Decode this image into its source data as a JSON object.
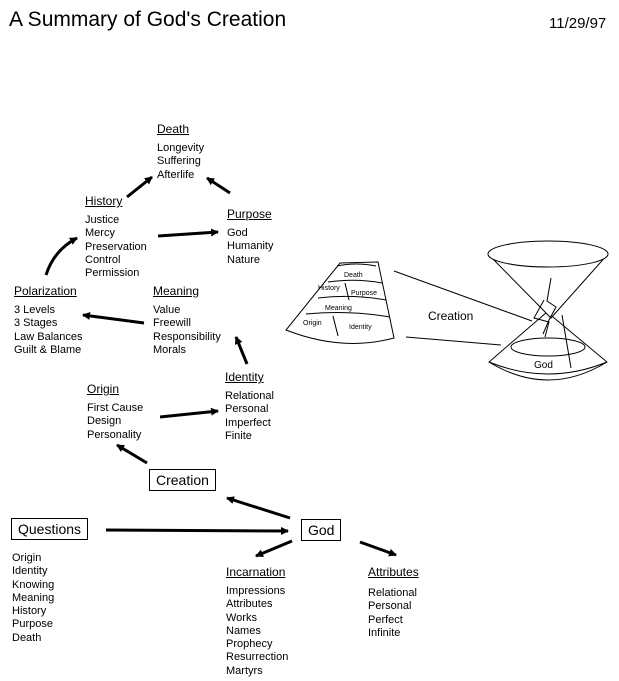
{
  "header": {
    "title": "A Summary of God's Creation",
    "date": "11/29/97"
  },
  "death": {
    "heading": "Death",
    "items": [
      "Longevity",
      "Suffering",
      "Afterlife"
    ]
  },
  "history": {
    "heading": "History",
    "items": [
      "Justice",
      "Mercy",
      "Preservation",
      "Control",
      "Permission"
    ]
  },
  "purpose": {
    "heading": "Purpose",
    "items": [
      "God",
      "Humanity",
      "Nature"
    ]
  },
  "polarization": {
    "heading": "Polarization",
    "items": [
      "3 Levels",
      "3 Stages",
      "Law Balances",
      "Guilt & Blame"
    ]
  },
  "meaning": {
    "heading": "Meaning",
    "items": [
      "Value",
      "Freewill",
      "Responsibility",
      "Morals"
    ]
  },
  "identity": {
    "heading": "Identity",
    "items": [
      "Relational",
      "Personal",
      "Imperfect",
      "Finite"
    ]
  },
  "origin": {
    "heading": "Origin",
    "items": [
      "First Cause",
      "Design",
      "Personality"
    ]
  },
  "creation_box": "Creation",
  "god_box": "God",
  "questions": {
    "box": "Questions",
    "items": [
      "Origin",
      "Identity",
      "Knowing",
      "Meaning",
      "History",
      "Purpose",
      "Death"
    ]
  },
  "incarnation": {
    "heading": "Incarnation",
    "items": [
      "Impressions",
      "Attributes",
      "Works",
      "Names",
      "Prophecy",
      "Resurrection",
      "Martyrs"
    ]
  },
  "attributes": {
    "heading": "Attributes",
    "items": [
      "Relational",
      "Personal",
      "Perfect",
      "Infinite"
    ]
  },
  "cone": {
    "creation_label": "Creation",
    "god_label": "God",
    "levels": {
      "death": "Death",
      "history": "History",
      "purpose": "Purpose",
      "meaning": "Meaning",
      "origin": "Origin",
      "identity": "Identity"
    }
  }
}
